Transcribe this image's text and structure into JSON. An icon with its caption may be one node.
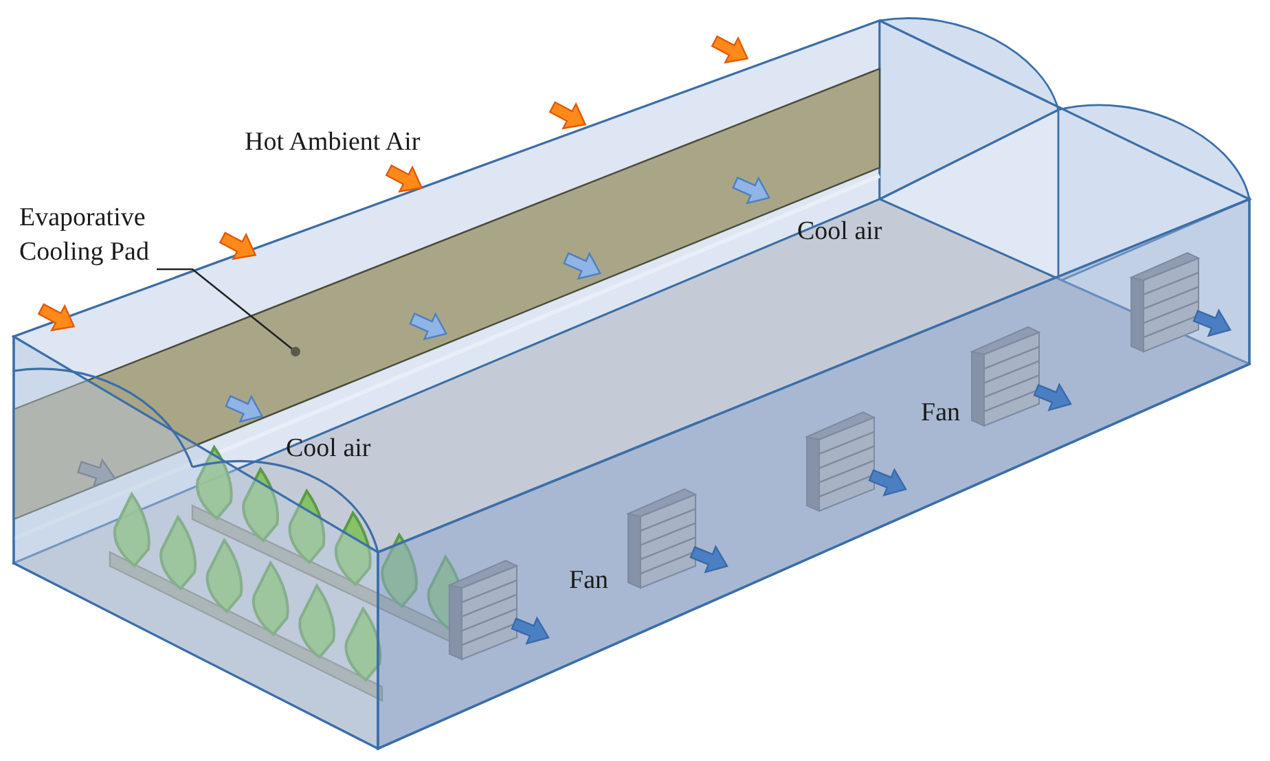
{
  "diagram": {
    "nodes": [
      {
        "text": [
          "Evaporative Cooling Pad"
        ]
      },
      {
        "text": [],
        "shape": "box"
      }
    ],
    "edges": [
      {
        "from": 0,
        "to": 1,
        "arrow": "other"
      }
    ],
    "labels": [
      "Hot Ambient Air",
      "Cool air",
      "Cool air",
      "Fan",
      "Fan"
    ]
  }
}
